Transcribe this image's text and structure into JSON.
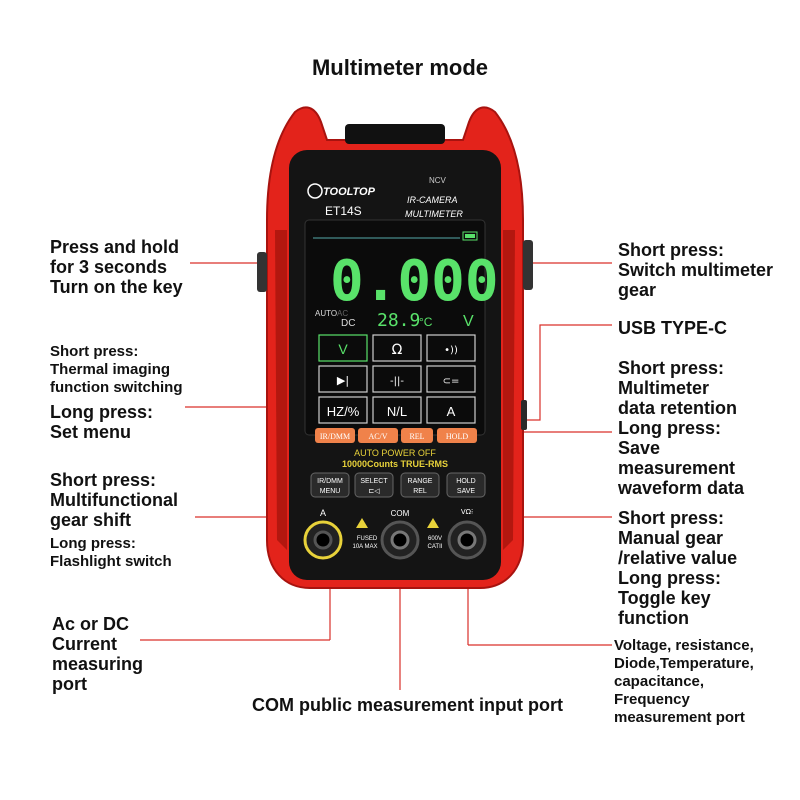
{
  "title": "Multimeter mode",
  "device": {
    "brand": "TOOLTOP",
    "model": "ET14S",
    "product_line1": "IR-CAMERA",
    "product_line2": "MULTIMETER",
    "ncv": "NCV",
    "reading": "0.000",
    "reading_unit": "V",
    "temperature": "28.9",
    "temperature_unit": "°C",
    "auto_label": "AUTO",
    "ac_label": "AC",
    "dc_label": "DC",
    "grid": [
      "V",
      "Ω",
      "•))",
      "▶|",
      "-||-",
      "⊂=",
      "HZ/%",
      "N/L",
      "A"
    ],
    "softkeys": [
      "IR/DMM",
      "AC/V",
      "REL",
      "HOLD"
    ],
    "notice1": "AUTO POWER OFF",
    "notice2": "10000Counts TRUE-RMS",
    "buttons": [
      {
        "top": "IR/DMM",
        "bottom": "MENU"
      },
      {
        "top": "SELECT",
        "bottom": "⊏◁"
      },
      {
        "top": "RANGE",
        "bottom": "REL"
      },
      {
        "top": "HOLD",
        "bottom": "SAVE"
      }
    ],
    "port_a": "A",
    "port_com": "COM",
    "port_v": "VΩ⁝",
    "fused": "FUSED",
    "fused_max": "10A MAX",
    "cat": "600V",
    "cat_rating": "CATII"
  },
  "annotations": {
    "power_key": [
      "Press and hold",
      "for 3 seconds",
      "Turn on the key"
    ],
    "thermal": [
      "Short press:",
      "Thermal imaging",
      "function switching"
    ],
    "set_menu": [
      "Long press:",
      "Set menu"
    ],
    "gear_shift": [
      "Short press:",
      "Multifunctional",
      "gear shift"
    ],
    "flashlight": [
      "Long press:",
      "Flashlight switch"
    ],
    "current_port": [
      "Ac or DC",
      "Current",
      "measuring",
      "port"
    ],
    "com_port": "COM public measurement input port",
    "switch_gear": [
      "Short press:",
      "Switch multimeter",
      "gear"
    ],
    "usb": "USB TYPE-C",
    "data_retention": [
      "Short press:",
      "Multimeter",
      "data retention"
    ],
    "save_waveform": [
      "Long press:",
      "Save",
      "measurement",
      "waveform data"
    ],
    "manual_gear": [
      "Short press:",
      "Manual gear",
      "/relative value"
    ],
    "toggle_key": [
      "Long press:",
      "Toggle key",
      "function"
    ],
    "vr_port": [
      "Voltage, resistance,",
      "Diode,Temperature,",
      "capacitance,",
      "Frequency",
      "measurement port"
    ]
  },
  "colors": {
    "body_red": "#e3231b",
    "dark_red": "#a8130f",
    "lcd": "#0b0b0b",
    "reading_green": "#59e26a",
    "softkey_orange": "#f0824a",
    "leader_red": "#d9302a"
  }
}
